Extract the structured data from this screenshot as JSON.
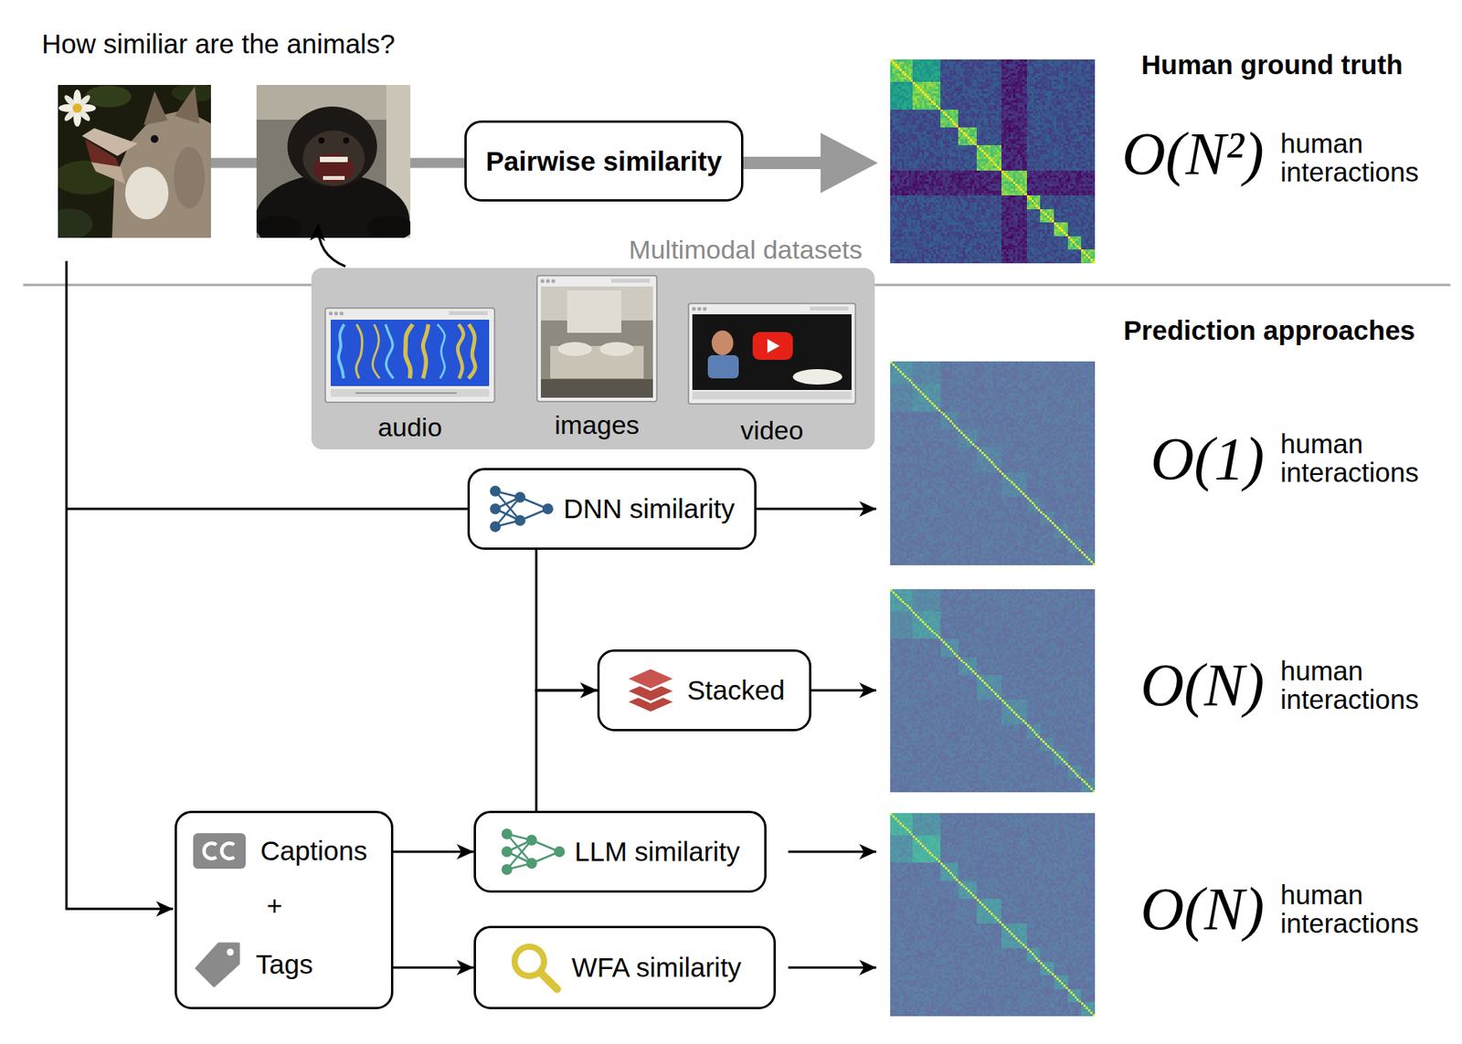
{
  "diagram": {
    "nodes": [
      {
        "text": [
          "Pairwise similarity"
        ]
      },
      {
        "text": [
          "Multimodal datasets"
        ]
      },
      {
        "text": [
          "audio"
        ],
        "in": 1
      },
      {
        "text": [
          "images"
        ],
        "in": 1
      },
      {
        "text": [
          "video"
        ],
        "in": 1
      },
      {
        "text": [
          "DNN similarity"
        ]
      },
      {
        "text": [
          "Stacked"
        ]
      },
      {
        "text": [
          "Captions",
          "+",
          "Tags"
        ]
      },
      {
        "text": [
          "LLM similarity"
        ]
      },
      {
        "text": [
          "WFA similarity"
        ]
      }
    ],
    "edges": [
      {
        "from": 5,
        "to": 6,
        "arrow": "to"
      },
      {
        "from": 8,
        "to": 6,
        "arrow": "to"
      },
      {
        "from": 7,
        "to": 8,
        "arrow": "to"
      },
      {
        "from": 7,
        "to": 9,
        "arrow": "to"
      }
    ],
    "labels": [
      "How similiar are the animals?",
      "Human ground truth",
      "O(N²)",
      "human interactions",
      "Prediction approaches",
      "O(1)",
      "human interactions",
      "O(N)",
      "human interactions",
      "O(N)",
      "human interactions"
    ]
  }
}
